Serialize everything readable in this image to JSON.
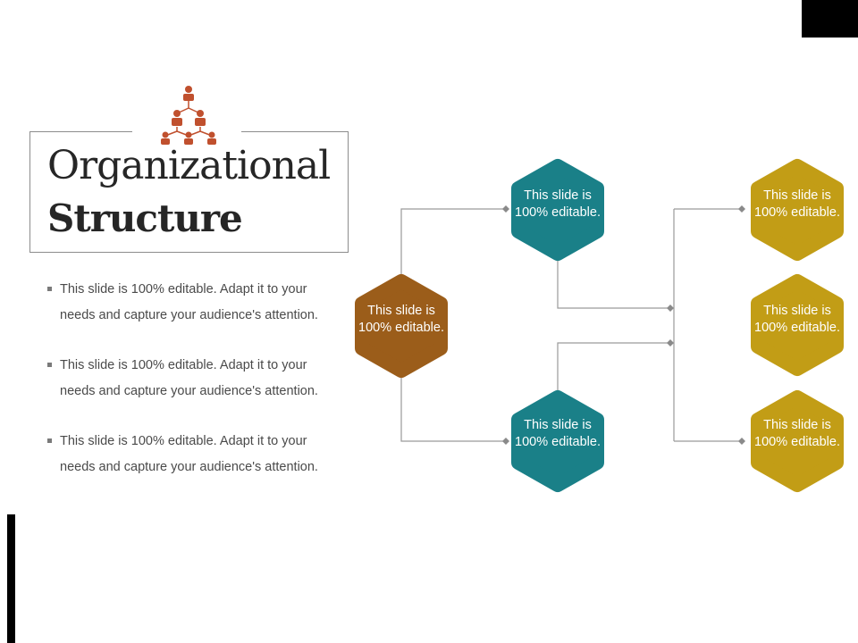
{
  "title": {
    "line1": "Organizational",
    "line2": "Structure"
  },
  "icons": {
    "org_chart": "org-chart-icon"
  },
  "bullets": [
    "This slide is 100% editable. Adapt it to your needs and capture your audience's attention.",
    "This slide is 100% editable. Adapt it to your needs and capture your audience's attention.",
    "This slide is 100% editable. Adapt it to your needs and capture your audience's attention."
  ],
  "colors": {
    "root": "#9b5d1a",
    "level2": "#1a8088",
    "level3": "#c29d16",
    "icon": "#c0502e",
    "connector": "#9a9a9a"
  },
  "nodes": {
    "root": {
      "label": "This slide is 100% editable."
    },
    "mid_top": {
      "label": "This slide is 100% editable."
    },
    "mid_bottom": {
      "label": "This slide is 100% editable."
    },
    "right_top": {
      "label": "This slide is 100% editable."
    },
    "right_middle": {
      "label": "This slide is 100% editable."
    },
    "right_bottom": {
      "label": "This slide is 100% editable."
    }
  }
}
